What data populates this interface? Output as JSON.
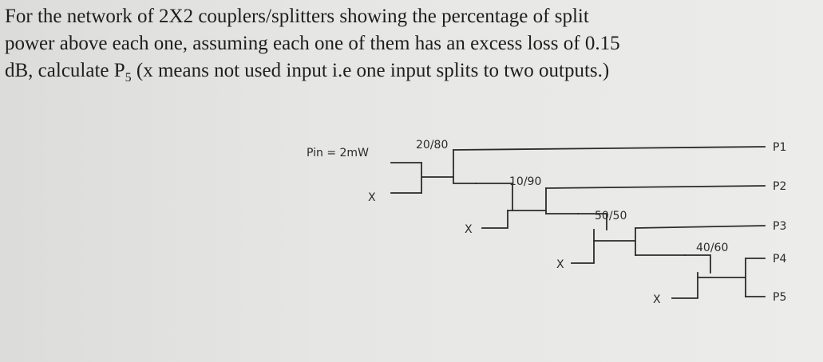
{
  "problem": {
    "lines": [
      "For the network of 2X2 couplers/splitters showing the percentage of split",
      "power above each one, assuming each one of them has an excess loss of 0.15",
      "dB, calculate P",
      "5",
      " (x means not used input i.e one input splits to two outputs.)"
    ]
  },
  "diagram": {
    "input_label": "Pin = 2mW",
    "unused_input_label": "X",
    "couplers": [
      {
        "ratio": "20/80"
      },
      {
        "ratio": "10/90"
      },
      {
        "ratio": "50/50"
      },
      {
        "ratio": "40/60"
      }
    ],
    "outputs": [
      "P1",
      "P2",
      "P3",
      "P4",
      "P5"
    ]
  }
}
